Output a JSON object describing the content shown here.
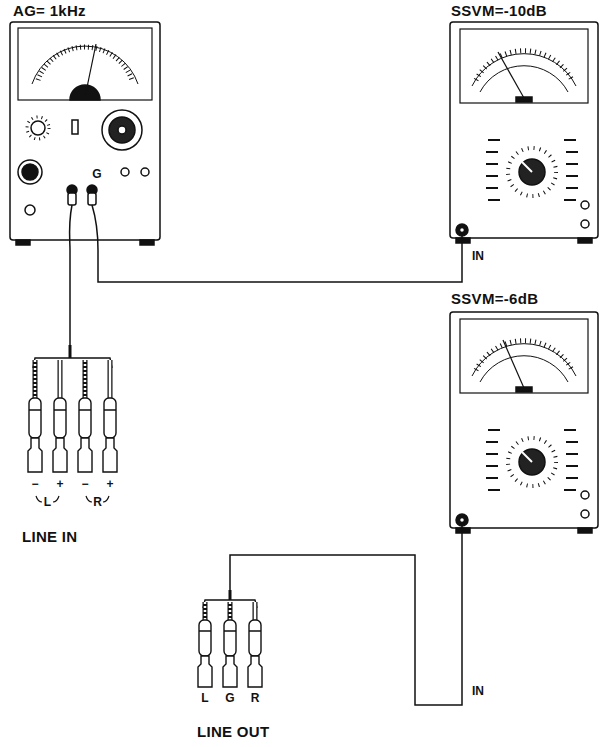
{
  "diagram": {
    "nodes": [
      {
        "text": [
          "AG= 1kHz"
        ]
      },
      {
        "text": [
          "SSVM=-10dB"
        ]
      },
      {
        "text": [
          "LINE IN"
        ]
      },
      {
        "text": [
          "SSVM=-6dB"
        ]
      },
      {
        "text": [
          "LINE OUT"
        ]
      }
    ],
    "edges": [
      {
        "from": 0,
        "to": 2,
        "arrow": "none"
      },
      {
        "from": 0,
        "to": 1,
        "arrow": "none"
      },
      {
        "from": 4,
        "to": 3,
        "arrow": "none"
      }
    ],
    "labels": [
      "G",
      "IN",
      "−",
      "+",
      "−",
      "+",
      "L",
      "R",
      "L",
      "G",
      "R",
      "IN"
    ]
  }
}
